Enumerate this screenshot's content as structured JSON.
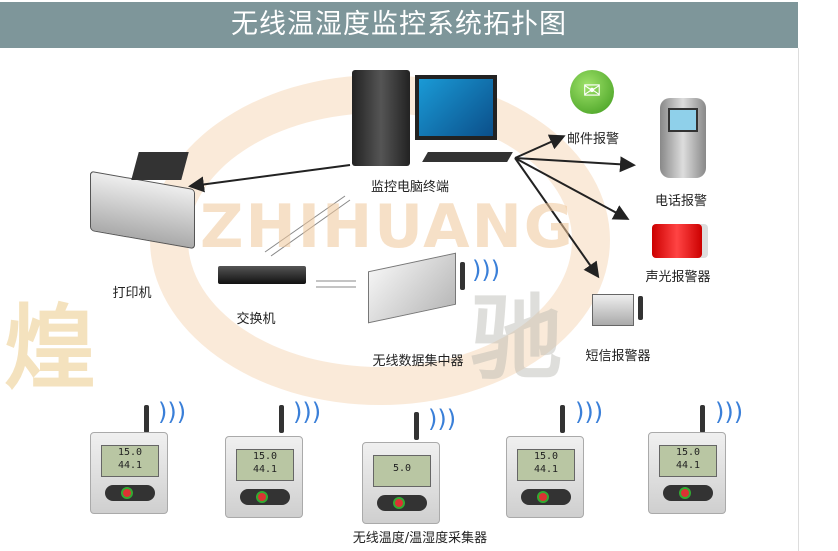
{
  "title": "无线温湿度监控系统拓扑图",
  "watermark": {
    "brand": "ZHIHUANG",
    "chars": [
      "驰",
      "煌"
    ]
  },
  "nodes": {
    "computer": "监控电脑终端",
    "mail": "邮件报警",
    "phone": "电话报警",
    "alarm": "声光报警器",
    "sms": "短信报警器",
    "printer": "打印机",
    "switch": "交换机",
    "concentrator": "无线数据集中器",
    "sensors": "无线温度/温湿度采集器"
  },
  "sensors": [
    {
      "temp": "15.0",
      "hum": "44.1"
    },
    {
      "temp": "15.0",
      "hum": "44.1"
    },
    {
      "temp": "5.0",
      "hum": ""
    },
    {
      "temp": "15.0",
      "hum": "44.1"
    },
    {
      "temp": "15.0",
      "hum": "44.1"
    }
  ],
  "colors": {
    "title_bar": "#7e969a",
    "mail_icon": "#5cb82e",
    "wifi": "#3a7fd8"
  }
}
